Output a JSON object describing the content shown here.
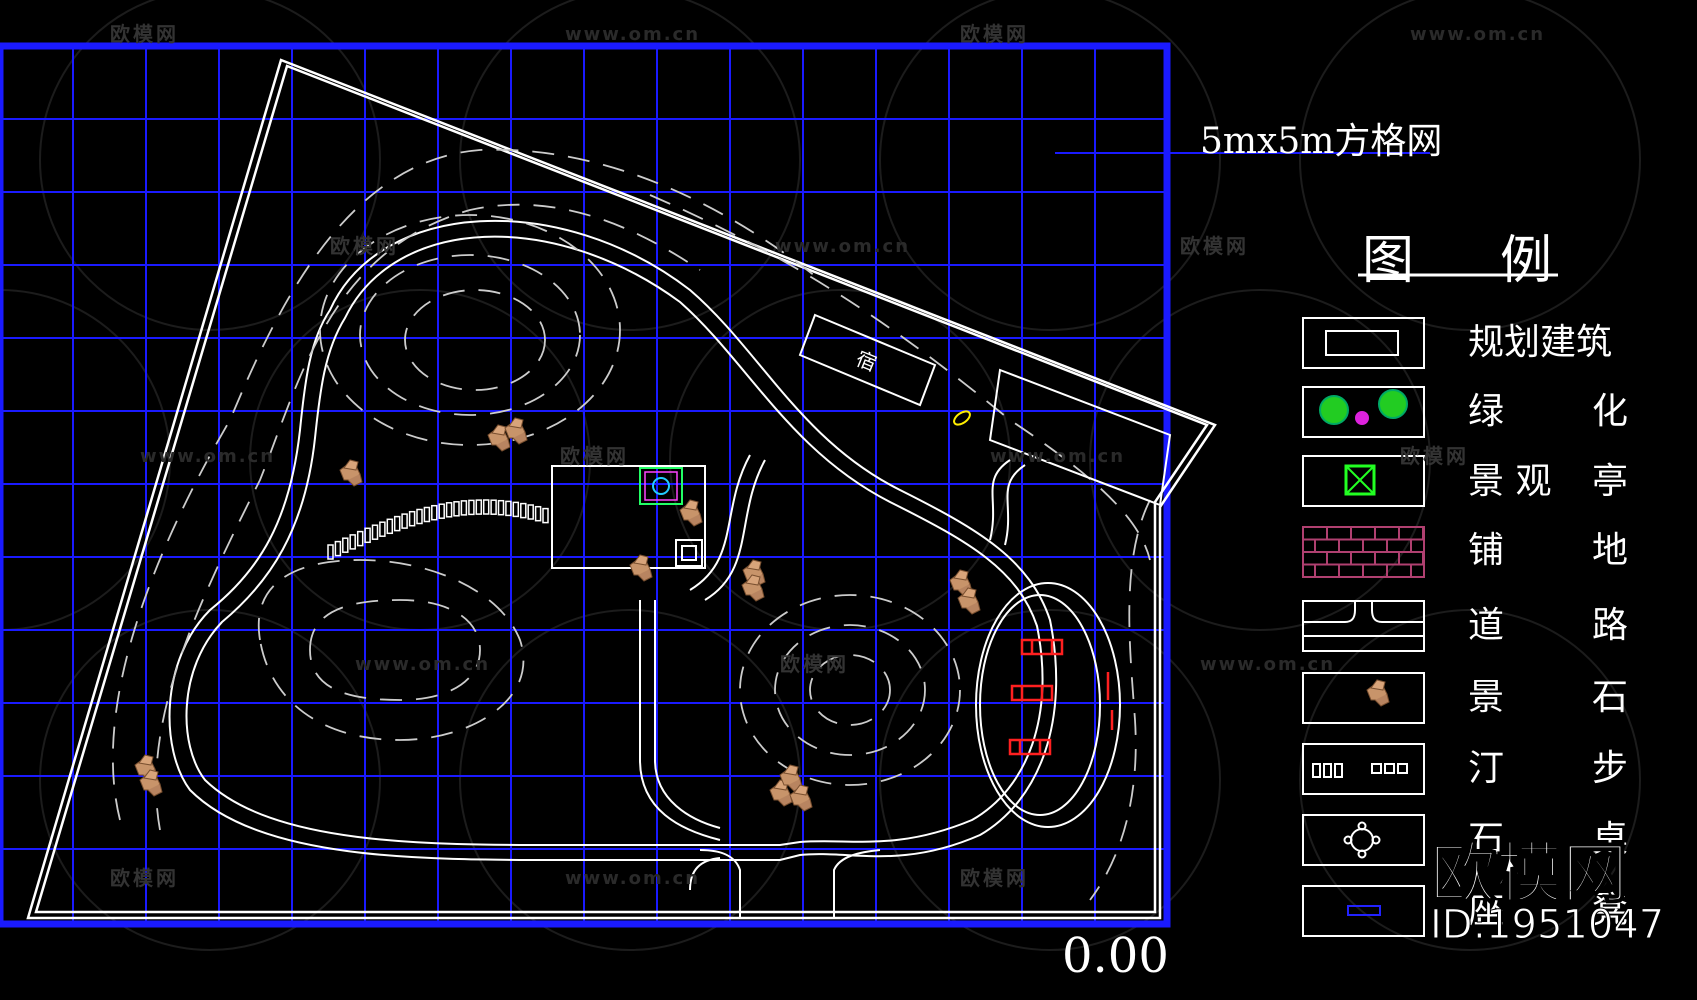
{
  "grid_label": "5mx5m方格网",
  "legend": {
    "title_left": "图",
    "title_right": "例",
    "items": [
      {
        "icon": "planned-building-icon",
        "left": "规划建筑",
        "right": ""
      },
      {
        "icon": "greenery-icon",
        "left": "绿",
        "right": "化"
      },
      {
        "icon": "pavilion-icon",
        "left": "景 观",
        "right": "亭"
      },
      {
        "icon": "paving-icon",
        "left": "铺",
        "right": "地"
      },
      {
        "icon": "road-icon",
        "left": "道",
        "right": "路"
      },
      {
        "icon": "landscape-stone-icon",
        "left": "景",
        "right": "石"
      },
      {
        "icon": "stepping-stone-icon",
        "left": "汀",
        "right": "步"
      },
      {
        "icon": "stone-table-icon",
        "left": "石",
        "right": "桌"
      },
      {
        "icon": "seat-icon",
        "left": "座",
        "right": "凳"
      }
    ]
  },
  "elevation_label": "0.00",
  "building_label": "宿",
  "watermark": {
    "brand": "欧模网",
    "url": "www.om.cn",
    "id": "ID:1951047"
  },
  "colors": {
    "grid": "#1a1aff",
    "site_lines": "#ffffff",
    "stone": "#c8946a",
    "seat": "#ff2020",
    "tree": "#22cc22",
    "pavilion": "#22ff66",
    "paving": "#b04070",
    "background": "#000000"
  }
}
